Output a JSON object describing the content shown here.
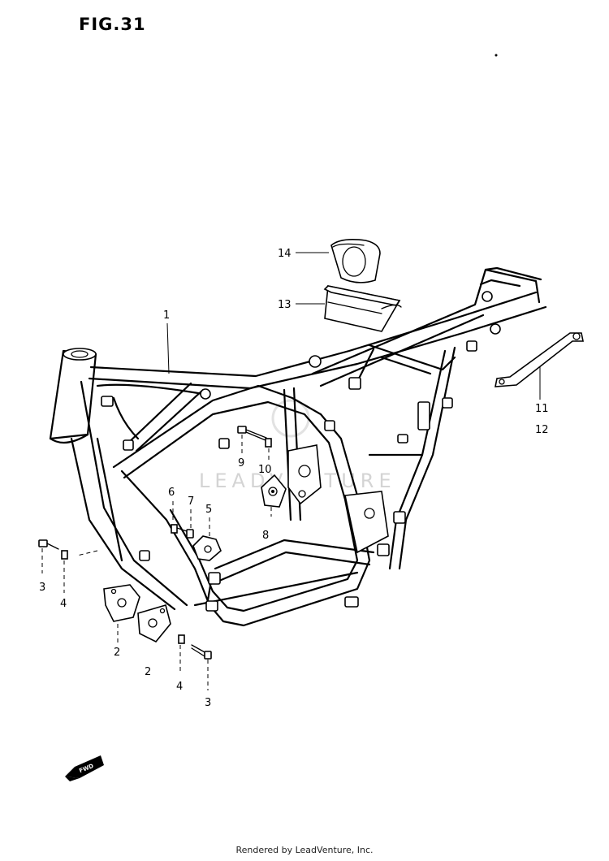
{
  "title": "FIG.31",
  "watermark": "LEADVENTURE",
  "footer": "Rendered by LeadVenture, Inc.",
  "fwd_label": "FWD",
  "callouts": {
    "c1": "1",
    "c2a": "2",
    "c2b": "2",
    "c3a": "3",
    "c3b": "3",
    "c4a": "4",
    "c4b": "4",
    "c5": "5",
    "c6": "6",
    "c7": "7",
    "c8": "8",
    "c9": "9",
    "c10": "10",
    "c11": "11",
    "c12": "12",
    "c13": "13",
    "c14": "14"
  }
}
